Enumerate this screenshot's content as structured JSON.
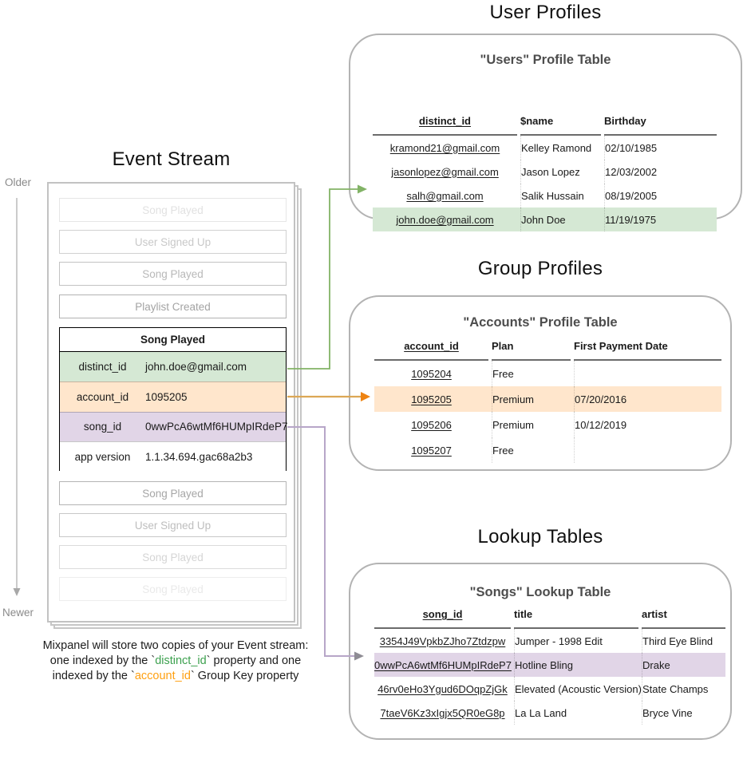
{
  "titles": {
    "event_stream": "Event Stream",
    "user_profiles": "User Profiles",
    "group_profiles": "Group Profiles",
    "lookup_tables": "Lookup Tables"
  },
  "timeline": {
    "older": "Older",
    "newer": "Newer"
  },
  "event_stream": {
    "events_before": [
      "Song Played",
      "User Signed Up",
      "Song Played",
      "Playlist Created"
    ],
    "expanded_event": {
      "title": "Song Played",
      "properties": [
        {
          "key": "distinct_id",
          "value": "john.doe@gmail.com"
        },
        {
          "key": "account_id",
          "value": "1095205"
        },
        {
          "key": "song_id",
          "value": "0wwPcA6wtMf6HUMpIRdeP7"
        },
        {
          "key": "app version",
          "value": "1.1.34.694.gac68a2b3"
        }
      ]
    },
    "events_after": [
      "Song Played",
      "User Signed Up",
      "Song Played",
      "Song Played"
    ]
  },
  "users_table": {
    "title": "\"Users\" Profile Table",
    "columns": [
      "distinct_id",
      "$name",
      "Birthday"
    ],
    "rows": [
      [
        "kramond21@gmail.com",
        "Kelley Ramond",
        "02/10/1985"
      ],
      [
        "jasonlopez@gmail.com",
        "Jason Lopez",
        "12/03/2002"
      ],
      [
        "salh@gmail.com",
        "Salik Hussain",
        "08/19/2005"
      ],
      [
        "john.doe@gmail.com",
        "John Doe",
        "11/19/1975"
      ]
    ],
    "highlighted_row_index": 3
  },
  "accounts_table": {
    "title": "\"Accounts\" Profile Table",
    "columns": [
      "account_id",
      "Plan",
      "First Payment Date"
    ],
    "rows": [
      [
        "1095204",
        "Free",
        ""
      ],
      [
        "1095205",
        "Premium",
        "07/20/2016"
      ],
      [
        "1095206",
        "Premium",
        "10/12/2019"
      ],
      [
        "1095207",
        "Free",
        ""
      ]
    ],
    "highlighted_row_index": 1
  },
  "songs_table": {
    "title": "\"Songs\" Lookup Table",
    "columns": [
      "song_id",
      "title",
      "artist"
    ],
    "rows": [
      [
        "3354J49VpkbZJho7Ztdzpw",
        "Jumper - 1998 Edit",
        "Third Eye Blind"
      ],
      [
        "0wwPcA6wtMf6HUMpIRdeP7",
        "Hotline Bling",
        "Drake"
      ],
      [
        "46rv0eHo3Ygud6DOqpZjGk",
        "Elevated (Acoustic Version)",
        "State Champs"
      ],
      [
        "7taeV6Kz3xIgjx5QR0eG8p",
        "La La Land",
        "Bryce Vine"
      ]
    ],
    "highlighted_row_index": 1
  },
  "caption": {
    "line1": "Mixpanel will store two copies of your Event stream:",
    "line2_pre": "one indexed by the `",
    "line2_code": "distinct_id",
    "line2_post": "` property and one",
    "line3_pre": "indexed by the `",
    "line3_code": "account_id",
    "line3_post": "` Group Key property"
  },
  "colors": {
    "green_bg": "#d5e8d4",
    "orange_bg": "#ffe6cc",
    "purple_bg": "#e1d5e7",
    "green_arrow": "#82b366",
    "orange_arrow_line": "#dca755",
    "orange_arrow_head": "#ee8312",
    "purple_arrow_line": "#b7a6c8",
    "purple_arrow_head": "#8e8c94",
    "caption_green": "#3da14f",
    "caption_orange": "#ffa011"
  }
}
